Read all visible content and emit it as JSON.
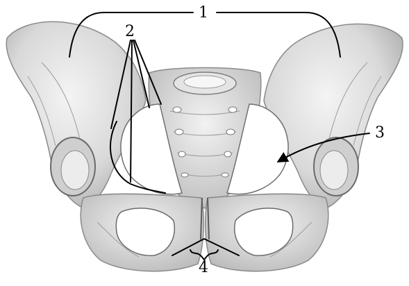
{
  "figure": {
    "labels": [
      {
        "id": "label-1",
        "text": "1"
      },
      {
        "id": "label-2",
        "text": "2"
      },
      {
        "id": "label-3",
        "text": "3"
      },
      {
        "id": "label-4",
        "text": "4"
      }
    ]
  }
}
